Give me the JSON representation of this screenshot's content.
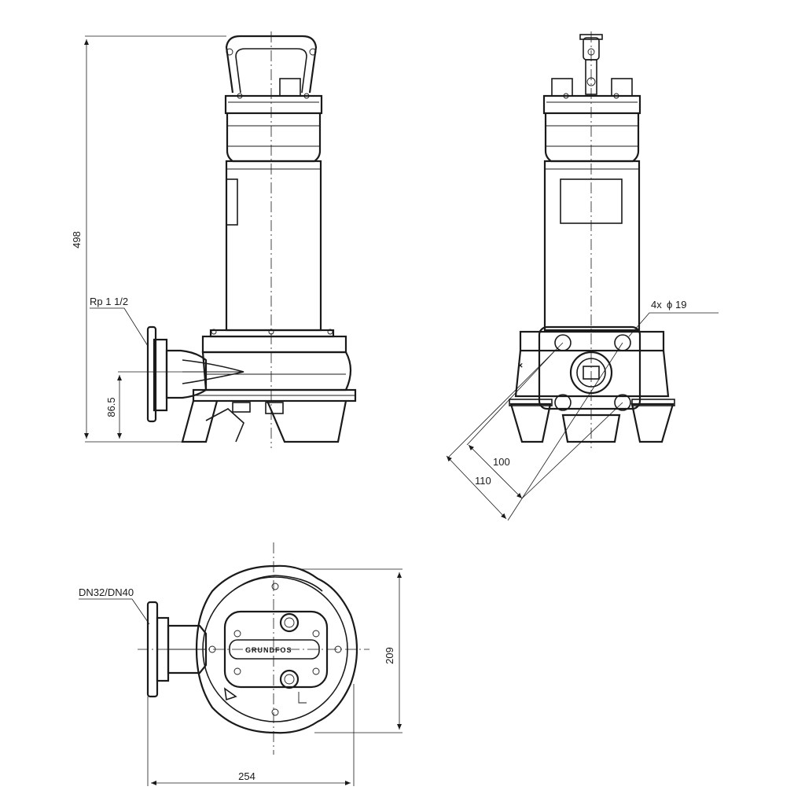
{
  "dimensions": {
    "overall_height": "498",
    "discharge_thread": "Rp 1 1/2",
    "outlet_height": "86.5",
    "mounting_holes": "4x",
    "hole_diameter": "19",
    "hole_spacing_inner": "100",
    "hole_spacing_outer": "110",
    "flange_size": "DN32/DN40",
    "plan_depth": "209",
    "plan_width": "254"
  },
  "symbols": {
    "diameter": "ϕ"
  },
  "brand": {
    "logo_text": "GRUNDFOS"
  }
}
